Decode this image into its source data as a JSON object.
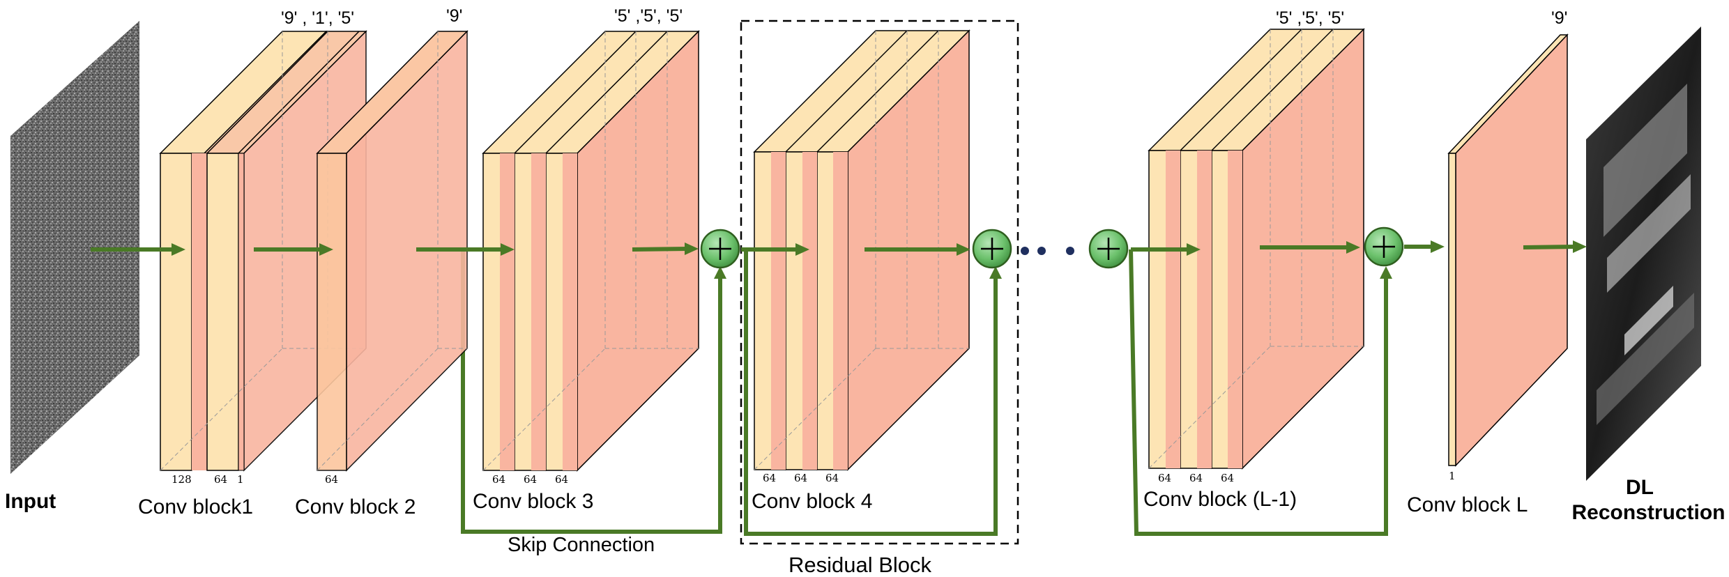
{
  "labels": {
    "input": "Input",
    "output_line1": "DL",
    "output_line2": "Reconstruction",
    "skip_connection": "Skip Connection",
    "residual_block": "Residual Block"
  },
  "blocks": [
    {
      "name": "Conv block1",
      "kernels": "'9' ,  '1', '5'",
      "channels": [
        "128",
        "64",
        "1"
      ]
    },
    {
      "name": "Conv block 2",
      "kernels": "'9'",
      "channels": [
        "64"
      ]
    },
    {
      "name": "Conv block 3",
      "kernels": "'5' ,'5', '5'",
      "channels": [
        "64",
        "64",
        "64"
      ]
    },
    {
      "name": "Conv block 4",
      "kernels": "",
      "channels": [
        "64",
        "64",
        "64"
      ]
    },
    {
      "name": "Conv block (L-1)",
      "kernels": "'5' ,'5', '5'",
      "channels": [
        "64",
        "64",
        "64"
      ]
    },
    {
      "name": "Conv block L",
      "kernels": "'9'",
      "channels": [
        "1"
      ]
    }
  ],
  "colors": {
    "layer_yellow": "#fde4b4",
    "layer_salmon": "#f9b5a0",
    "arrow_green": "#4a7a26",
    "sum_node": "#6cc16c"
  }
}
